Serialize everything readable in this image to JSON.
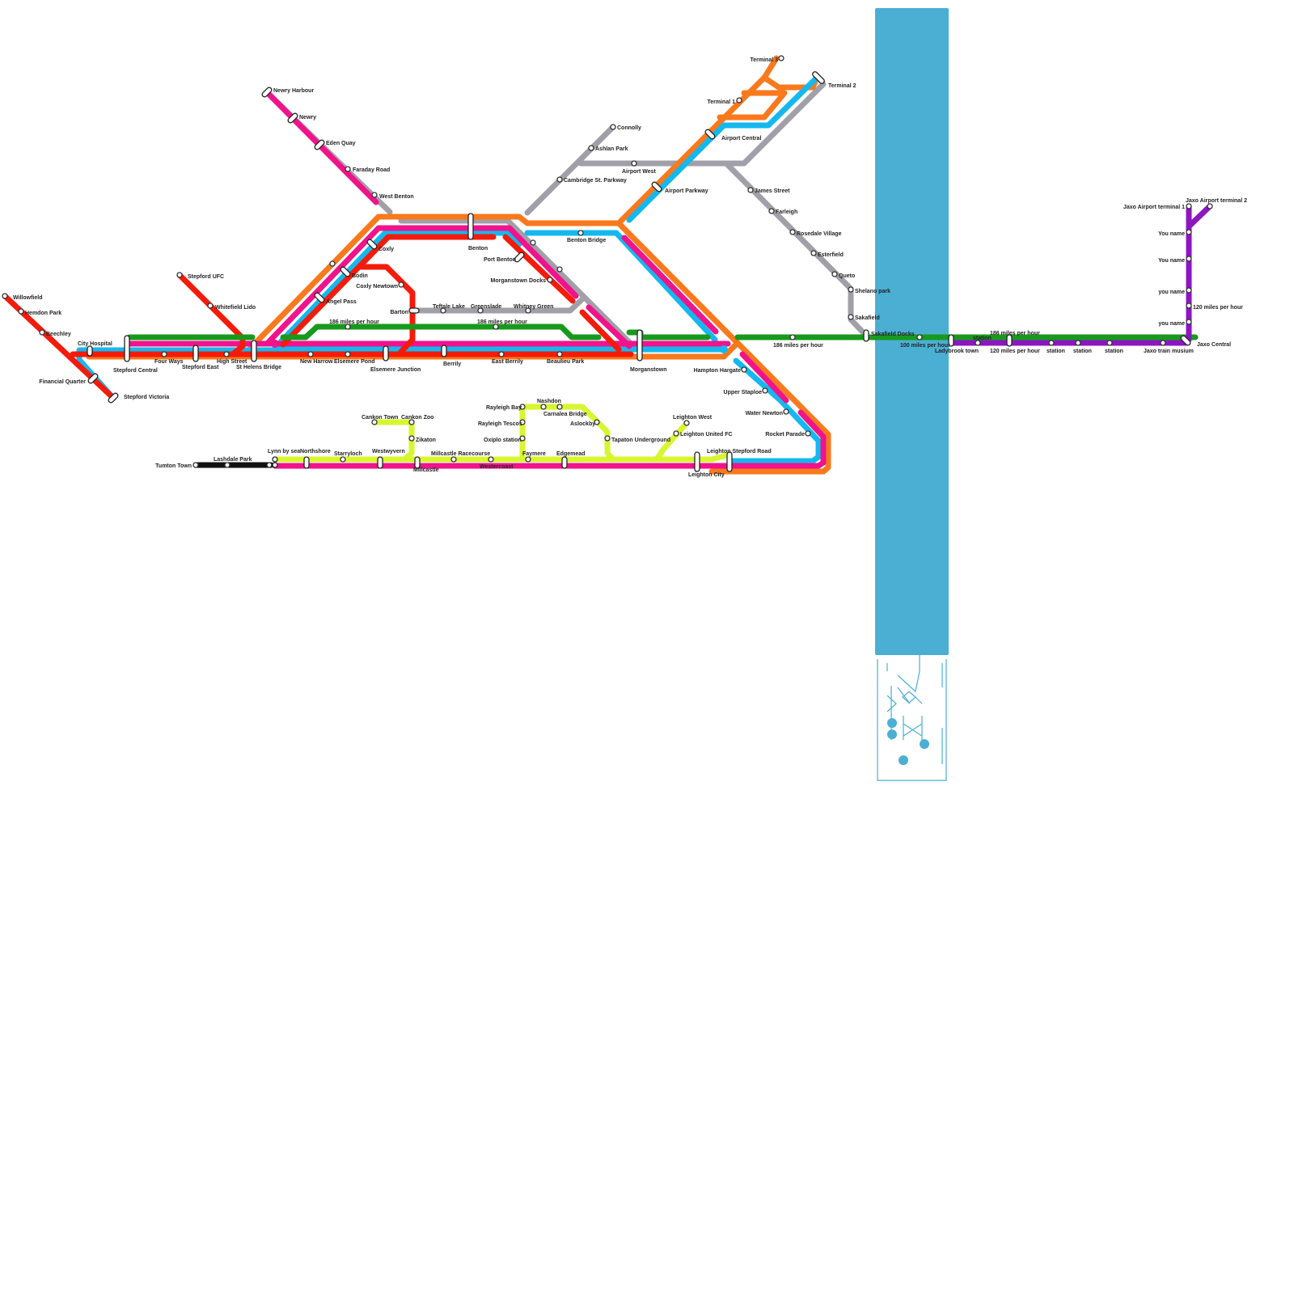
{
  "colors": {
    "red": "#f41b0b",
    "blue": "#14b8ef",
    "pink": "#f0138c",
    "orange": "#f9791c",
    "grey": "#a19fa8",
    "green": "#179a1c",
    "lime": "#d8f62f",
    "purple": "#8c16c0",
    "black": "#111111",
    "river": "#4bafd3"
  },
  "stations": [
    {
      "id": "willowfield",
      "label": "Willowfield"
    },
    {
      "id": "hemdon-park",
      "label": "Hemdon Park"
    },
    {
      "id": "beechley",
      "label": "Beechley"
    },
    {
      "id": "financial-quarter",
      "label": "Financial Quarter"
    },
    {
      "id": "stepford-victoria",
      "label": "Stepford Victoria"
    },
    {
      "id": "city-hospital",
      "label": "City Hospital"
    },
    {
      "id": "stepford-ufc",
      "label": "Stepford UFC"
    },
    {
      "id": "whitefield-lido",
      "label": "Whitefield Lido"
    },
    {
      "id": "stepford-central",
      "label": "Stepford Central"
    },
    {
      "id": "four-ways",
      "label": "Four Ways"
    },
    {
      "id": "stepford-east",
      "label": "Stepford East"
    },
    {
      "id": "high-street",
      "label": "High Street"
    },
    {
      "id": "st-helens-bridge",
      "label": "St Helens Bridge"
    },
    {
      "id": "new-harrow",
      "label": "New Harrow"
    },
    {
      "id": "elsemere-pond",
      "label": "Elsemere Pond"
    },
    {
      "id": "elsemere-junction",
      "label": "Elsemere Junction"
    },
    {
      "id": "berrily",
      "label": "Berrily"
    },
    {
      "id": "east-berrily",
      "label": "East Berrily"
    },
    {
      "id": "beaulieu-park",
      "label": "Beaulieu Park"
    },
    {
      "id": "morganstown",
      "label": "Morganstown"
    },
    {
      "id": "newry-harbour",
      "label": "Newry Harbour"
    },
    {
      "id": "newry",
      "label": "Newry"
    },
    {
      "id": "eden-quay",
      "label": "Eden Quay"
    },
    {
      "id": "faraday-road",
      "label": "Faraday Road"
    },
    {
      "id": "west-benton",
      "label": "West Benton"
    },
    {
      "id": "coxly",
      "label": "Coxly"
    },
    {
      "id": "bodin",
      "label": "Bodin"
    },
    {
      "id": "coxly-newtown",
      "label": "Coxly Newtown"
    },
    {
      "id": "angel-pass",
      "label": "Angel Pass"
    },
    {
      "id": "barton",
      "label": "Barton"
    },
    {
      "id": "teftale-lake",
      "label": "Teftale Lake"
    },
    {
      "id": "greenslade",
      "label": "Greenslade"
    },
    {
      "id": "whitney-green",
      "label": "Whitney Green"
    },
    {
      "id": "speed-1",
      "label": "186 miles per hour"
    },
    {
      "id": "speed-2",
      "label": "186 miles per hour"
    },
    {
      "id": "benton",
      "label": "Benton"
    },
    {
      "id": "port-benton",
      "label": "Port Benton"
    },
    {
      "id": "morganstown-docks",
      "label": "Morganstown Docks"
    },
    {
      "id": "benton-bridge",
      "label": "Benton Bridge"
    },
    {
      "id": "connolly",
      "label": "Connolly"
    },
    {
      "id": "ashlan-park",
      "label": "Ashlan Park"
    },
    {
      "id": "airport-west",
      "label": "Airport West"
    },
    {
      "id": "cambridge-st-parkway",
      "label": "Cambridge St. Parkway"
    },
    {
      "id": "airport-parkway",
      "label": "Airport Parkway"
    },
    {
      "id": "airport-central",
      "label": "Airport Central"
    },
    {
      "id": "terminal-1",
      "label": "Terminal 1"
    },
    {
      "id": "terminal-3",
      "label": "Terminal 3"
    },
    {
      "id": "terminal-2",
      "label": "Terminal 2"
    },
    {
      "id": "james-street",
      "label": "James Street"
    },
    {
      "id": "farleigh",
      "label": "Farleigh"
    },
    {
      "id": "rosedale-village",
      "label": "Rosedale Village"
    },
    {
      "id": "esterfield",
      "label": "Esterfield"
    },
    {
      "id": "queto",
      "label": "Queto"
    },
    {
      "id": "shelano-park",
      "label": "Shelano park"
    },
    {
      "id": "sakafield",
      "label": "Sakafield"
    },
    {
      "id": "sakafield-docks",
      "label": "Sakafield Docks"
    },
    {
      "id": "speed-3",
      "label": "186 miles per hour"
    },
    {
      "id": "speed-4",
      "label": "100 miles per hour"
    },
    {
      "id": "ladybrook-town",
      "label": "Ladybrook town"
    },
    {
      "id": "station-a",
      "label": "station"
    },
    {
      "id": "speed-5",
      "label": "186 miles per hour"
    },
    {
      "id": "speed-6",
      "label": "120 miles per hour"
    },
    {
      "id": "station-b",
      "label": "station"
    },
    {
      "id": "station-c",
      "label": "station"
    },
    {
      "id": "station-d",
      "label": "station"
    },
    {
      "id": "jaxo-train-musium",
      "label": "Jaxo train musium"
    },
    {
      "id": "jaxo-central",
      "label": "Jaxo Central"
    },
    {
      "id": "jaxo-airport-terminal-1",
      "label": "Jaxo Airport terminal 1"
    },
    {
      "id": "jaxo-airport-terminal-2",
      "label": "Jaxo Airport terminal 2"
    },
    {
      "id": "you-name-1",
      "label": "You name"
    },
    {
      "id": "you-name-2",
      "label": "You name"
    },
    {
      "id": "you-name-3",
      "label": "you name"
    },
    {
      "id": "speed-7",
      "label": "120 miles per hour"
    },
    {
      "id": "you-name-4",
      "label": "you name"
    },
    {
      "id": "hampton-hargate",
      "label": "Hampton Hargate"
    },
    {
      "id": "upper-staploe",
      "label": "Upper Staploe"
    },
    {
      "id": "water-newton",
      "label": "Water Newton"
    },
    {
      "id": "rocket-parade",
      "label": "Rocket Parade"
    },
    {
      "id": "leighton-stepford-road",
      "label": "Leighton Stepford Road"
    },
    {
      "id": "leighton-city",
      "label": "Leighton City"
    },
    {
      "id": "leighton-west",
      "label": "Leighton West"
    },
    {
      "id": "leighton-united-fc",
      "label": "Leighton United FC"
    },
    {
      "id": "tapaton-underground",
      "label": "Tapaton Underground"
    },
    {
      "id": "aslockby",
      "label": "Aslockby"
    },
    {
      "id": "nashdon",
      "label": "Nashdon"
    },
    {
      "id": "carnalea-bridge",
      "label": "Carnalea Bridge"
    },
    {
      "id": "rayleigh-bay",
      "label": "Rayleigh Bay"
    },
    {
      "id": "rayleigh-tescos",
      "label": "Rayleigh Tescos"
    },
    {
      "id": "oxiplo-station",
      "label": "Oxiplo station"
    },
    {
      "id": "faymere",
      "label": "Faymere"
    },
    {
      "id": "edgemead",
      "label": "Edgemead"
    },
    {
      "id": "westercoast",
      "label": "Westercoast"
    },
    {
      "id": "millcastle-racecourse",
      "label": "Millcastle Racecourse"
    },
    {
      "id": "millcastle",
      "label": "Millcastle"
    },
    {
      "id": "zikaton",
      "label": "Zikaton"
    },
    {
      "id": "cankon-zoo",
      "label": "Cankon Zoo"
    },
    {
      "id": "cankon-town",
      "label": "Cankon Town"
    },
    {
      "id": "westwyvern",
      "label": "Westwyvern"
    },
    {
      "id": "starryloch",
      "label": "Starryloch"
    },
    {
      "id": "northshore",
      "label": "Northshore"
    },
    {
      "id": "lynn-by-sea",
      "label": "Lynn by sea"
    },
    {
      "id": "lashdale-park",
      "label": "Lashdale Park"
    },
    {
      "id": "tumton-town",
      "label": "Tumton Town"
    }
  ]
}
